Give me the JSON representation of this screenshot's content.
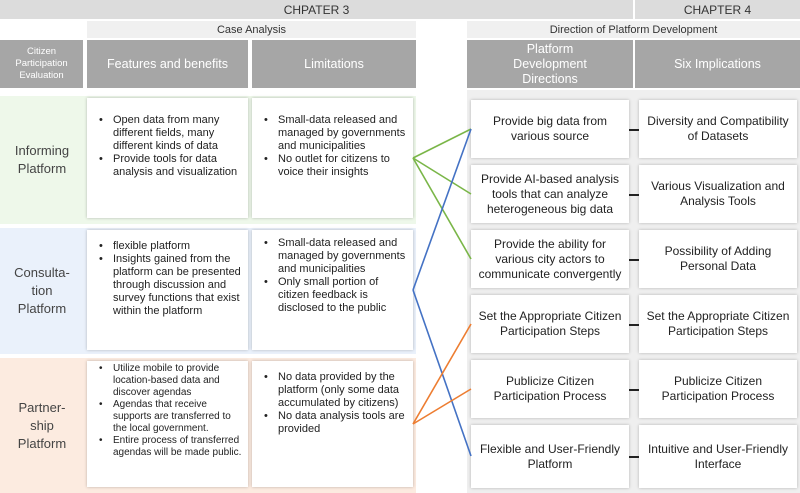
{
  "headers": {
    "chapter3": "CHPATER 3",
    "chapter4": "CHAPTER 4",
    "case_analysis": "Case Analysis",
    "direction": "Direction  of Platform  Development"
  },
  "columns": {
    "evaluation": "Citizen Participation Evaluation",
    "features": "Features and benefits",
    "limitations": "Limitations",
    "directions": "Platform Development Directions",
    "implications": "Six Implications"
  },
  "platforms": [
    {
      "name_lines": [
        "Informing",
        "Platform"
      ],
      "features": [
        "Open data from many different fields, many different kinds of data",
        "Provide tools for data analysis and visualization"
      ],
      "limitations": [
        "Small-data released and managed by governments and municipalities",
        "No outlet for citizens to voice their insights"
      ]
    },
    {
      "name_lines": [
        "Consulta-",
        "tion",
        "Platform"
      ],
      "features": [
        "flexible platform",
        "Insights gained from the platform can be presented through discussion and survey functions that exist within the platform"
      ],
      "limitations": [
        "Small-data released and managed by governments and municipalities",
        "Only small portion of citizen feedback is disclosed to the public"
      ]
    },
    {
      "name_lines": [
        "Partner-",
        "ship",
        "Platform"
      ],
      "features": [
        "Utilize mobile to provide location-based data and discover agendas",
        "Agendas that receive supports are transferred to the local government.",
        "Entire process of transferred agendas will be made public."
      ],
      "limitations": [
        "No data provided by the platform (only some data accumulated by citizens)",
        "No data analysis tools are provided"
      ]
    }
  ],
  "directions": [
    "Provide big data from various source",
    "Provide AI-based analysis tools that can analyze heterogeneous big data",
    "Provide the ability for various city actors to communicate convergently",
    "Set the Appropriate Citizen Participation Steps",
    "Publicize Citizen Participation Process",
    "Flexible and User-Friendly Platform"
  ],
  "implications": [
    "Diversity and Compatibility of Datasets",
    "Various Visualization and Analysis Tools",
    "Possibility of Adding Personal Data",
    "Set the Appropriate Citizen Participation Steps",
    "Publicize Citizen Participation Process",
    "Intuitive and User-Friendly Interface"
  ],
  "connections": [
    {
      "from": "informing",
      "to": [
        1,
        2,
        3
      ],
      "color": "#7ab648"
    },
    {
      "from": "consultation",
      "to": [
        1,
        6
      ],
      "color": "#4472c4"
    },
    {
      "from": "partnership",
      "to": [
        4,
        5
      ],
      "color": "#ed7d31"
    }
  ],
  "colors": {
    "header_dark": "#a6a6a6",
    "informing_band": "#eef8ea",
    "consultation_band": "#eaf1fb",
    "partnership_band": "#fcebe0"
  }
}
